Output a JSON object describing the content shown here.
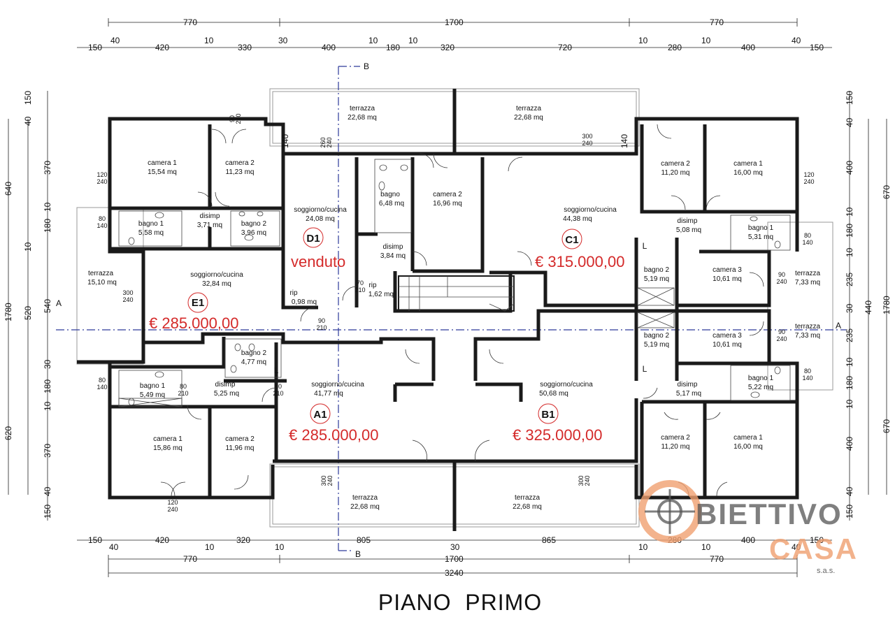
{
  "title": "PIANO  PRIMO",
  "top_dims_overall": [
    "770",
    "1700",
    "770"
  ],
  "top_dims_detail": [
    "150",
    "40",
    "420",
    "10",
    "330",
    "30",
    "400",
    "10",
    "180",
    "10",
    "320",
    "720",
    "10",
    "280",
    "10",
    "400",
    "40",
    "150"
  ],
  "bottom_dims_detail": [
    "150",
    "40",
    "420",
    "10",
    "320",
    "10",
    "805",
    "30",
    "865",
    "10",
    "280",
    "10",
    "400",
    "40",
    "150"
  ],
  "bottom_dims_overall": [
    "770",
    "1700",
    "770"
  ],
  "bottom_total": "3240",
  "left_dims_outer": [
    "640",
    "1780",
    "620"
  ],
  "left_dims_mid": [
    "520",
    "540"
  ],
  "left_dims_inner": [
    "150",
    "40",
    "370",
    "10",
    "180",
    "10",
    "30",
    "180",
    "10",
    "370",
    "40",
    "150"
  ],
  "right_dims_outer": [
    "670",
    "1780",
    "670"
  ],
  "right_dims_mid": [
    "235",
    "440",
    "235"
  ],
  "right_dims_inner": [
    "150",
    "40",
    "400",
    "10",
    "180",
    "10",
    "30",
    "10",
    "180",
    "10",
    "400",
    "40",
    "150"
  ],
  "section_labels": {
    "a_left": "A",
    "a_right": "A",
    "b_top": "B",
    "b_bottom": "B"
  },
  "rooms": [
    {
      "id": "e1-camera1",
      "name": "camera 1",
      "area": "15,54 mq"
    },
    {
      "id": "e1-camera2",
      "name": "camera 2",
      "area": "11,23 mq"
    },
    {
      "id": "e1-disimp",
      "name": "disimp",
      "area": "3,71 mq"
    },
    {
      "id": "e1-bagno1",
      "name": "bagno 1",
      "area": "5,58 mq"
    },
    {
      "id": "e1-bagno2",
      "name": "bagno 2",
      "area": "3,96 mq"
    },
    {
      "id": "e1-terrazza",
      "name": "terrazza",
      "area": "15,10 mq"
    },
    {
      "id": "e1-soggiorno",
      "name": "soggiorno/cucina",
      "area": "32,84 mq"
    },
    {
      "id": "d1-terrazza",
      "name": "terrazza",
      "area": "22,68 mq"
    },
    {
      "id": "d1-soggiorno",
      "name": "soggiorno/cucina",
      "area": "24,08 mq"
    },
    {
      "id": "d1-bagno",
      "name": "bagno",
      "area": "6,48 mq"
    },
    {
      "id": "d1-camera2",
      "name": "camera 2",
      "area": "16,96 mq"
    },
    {
      "id": "d1-disimp",
      "name": "disimp",
      "area": "3,84 mq"
    },
    {
      "id": "rip1",
      "name": "rip",
      "area": "0,98 mq"
    },
    {
      "id": "rip2",
      "name": "rip",
      "area": "1,62 mq"
    },
    {
      "id": "c1-terrazza",
      "name": "terrazza",
      "area": "22,68 mq"
    },
    {
      "id": "c1-soggiorno",
      "name": "soggiorno/cucina",
      "area": "44,38 mq"
    },
    {
      "id": "c1-camera2",
      "name": "camera 2",
      "area": "11,20 mq"
    },
    {
      "id": "c1-camera1",
      "name": "camera 1",
      "area": "16,00 mq"
    },
    {
      "id": "c1-disimp",
      "name": "disimp",
      "area": "5,08 mq"
    },
    {
      "id": "c1-bagno1",
      "name": "bagno 1",
      "area": "5,31 mq"
    },
    {
      "id": "c1-bagno2",
      "name": "bagno 2",
      "area": "5,19 mq"
    },
    {
      "id": "c1-camera3",
      "name": "camera 3",
      "area": "10,61 mq"
    },
    {
      "id": "c1-terrazza2",
      "name": "terrazza",
      "area": "7,33 mq"
    },
    {
      "id": "b1-terrazza2",
      "name": "terrazza",
      "area": "7,33 mq"
    },
    {
      "id": "b1-bagno2",
      "name": "bagno 2",
      "area": "5,19 mq"
    },
    {
      "id": "b1-camera3",
      "name": "camera 3",
      "area": "10,61 mq"
    },
    {
      "id": "a1-bagno2",
      "name": "bagno 2",
      "area": "4,77 mq"
    },
    {
      "id": "a1-bagno1",
      "name": "bagno 1",
      "area": "5,49 mq"
    },
    {
      "id": "a1-disimp",
      "name": "disimp",
      "area": "5,25 mq"
    },
    {
      "id": "a1-soggiorno",
      "name": "soggiorno/cucina",
      "area": "41,77 mq"
    },
    {
      "id": "a1-camera1",
      "name": "camera 1",
      "area": "15,86 mq"
    },
    {
      "id": "a1-camera2",
      "name": "camera 2",
      "area": "11,96 mq"
    },
    {
      "id": "a1-terrazza",
      "name": "terrazza",
      "area": "22,68 mq"
    },
    {
      "id": "b1-soggiorno",
      "name": "soggiorno/cucina",
      "area": "50,68 mq"
    },
    {
      "id": "b1-disimp",
      "name": "disimp",
      "area": "5,17 mq"
    },
    {
      "id": "b1-bagno1",
      "name": "bagno 1",
      "area": "5,22 mq"
    },
    {
      "id": "b1-camera2",
      "name": "camera 2",
      "area": "11,20 mq"
    },
    {
      "id": "b1-camera1",
      "name": "camera 1",
      "area": "16,00 mq"
    },
    {
      "id": "b1-terrazza",
      "name": "terrazza",
      "area": "22,68 mq"
    }
  ],
  "units": [
    {
      "id": "E1",
      "label": "E1",
      "price": "€ 285.000,00"
    },
    {
      "id": "D1",
      "label": "D1",
      "price": "venduto"
    },
    {
      "id": "C1",
      "label": "C1",
      "price": "€ 315.000,00"
    },
    {
      "id": "A1",
      "label": "A1",
      "price": "€ 285.000,00"
    },
    {
      "id": "B1",
      "label": "B1",
      "price": "€ 325.000,00"
    }
  ],
  "openings": [
    {
      "w": "90",
      "h": "240"
    },
    {
      "w": "120",
      "h": "240"
    },
    {
      "w": "80",
      "h": "210"
    },
    {
      "w": "80",
      "h": "140"
    },
    {
      "w": "300",
      "h": "240"
    },
    {
      "w": "260",
      "h": "240"
    },
    {
      "w": "70",
      "h": "210"
    },
    {
      "w": "90",
      "h": "210"
    },
    {
      "w": "140",
      "h": ""
    },
    {
      "w": "L",
      "h": ""
    }
  ],
  "logo": {
    "line1": "BIETTIVO",
    "line2": "CASA",
    "sub": "s.a.s."
  },
  "colors": {
    "price": "#d42a2a",
    "axis": "#2d3a9a",
    "walls": "#1a1a1a",
    "logo_accent": "#f0a070"
  }
}
